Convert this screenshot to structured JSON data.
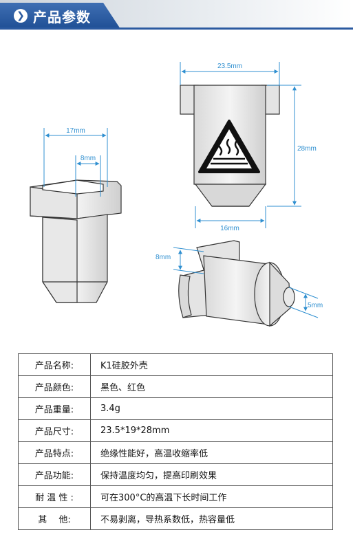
{
  "header": {
    "icon": "chevron-right-icon",
    "title": "产品参数"
  },
  "dimensions": {
    "front_width": "17mm",
    "front_hole": "8mm",
    "top_width": "23.5mm",
    "height": "28mm",
    "bottom_width": "16mm",
    "side_tab": "8mm",
    "nozzle_hole": "5mm"
  },
  "warning_icon": "hot-surface-warning-icon",
  "specs": [
    {
      "label": "产品名称:",
      "value": "K1硅胶外壳"
    },
    {
      "label": "产品颜色:",
      "value": "黑色、红色"
    },
    {
      "label": "产品重量:",
      "value": "3.4g"
    },
    {
      "label": "产品尺寸:",
      "value": "23.5*19*28mm"
    },
    {
      "label": "产品特点:",
      "value": "绝缘性能好，高温收缩率低"
    },
    {
      "label": "产品功能:",
      "value": "保持温度均匀，提高印刷效果"
    },
    {
      "label": "耐 温 性 :",
      "value": "可在300°C的高温下长时间工作"
    },
    {
      "label": "其　 他:",
      "value": "不易剥离，导热系数低，热容量低"
    }
  ]
}
